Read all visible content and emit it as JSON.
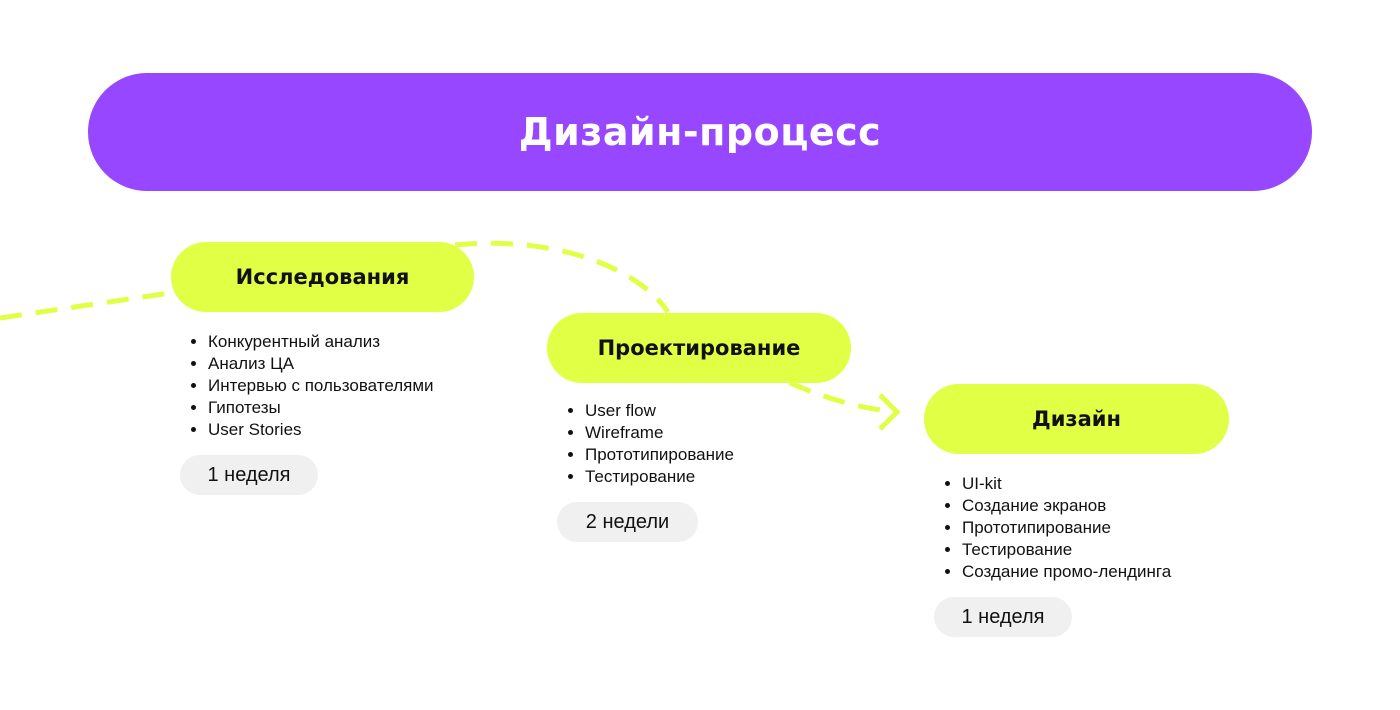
{
  "title": "Дизайн-процесс",
  "colors": {
    "accent": "#9747ff",
    "stage": "#e0ff45",
    "badge": "#f0f0f0"
  },
  "stages": [
    {
      "label": "Исследования",
      "items": [
        "Конкурентный анализ",
        "Анализ ЦА",
        "Интервью с пользователями",
        "Гипотезы",
        "User Stories"
      ],
      "duration": "1 неделя"
    },
    {
      "label": "Проектирование",
      "items": [
        "User flow",
        "Wireframe",
        "Прототипирование",
        "Тестирование"
      ],
      "duration": "2 недели"
    },
    {
      "label": "Дизайн",
      "items": [
        "UI-kit",
        "Создание экранов",
        "Прототипирование",
        "Тестирование",
        "Создание промо-лендинга"
      ],
      "duration": "1 неделя"
    }
  ]
}
